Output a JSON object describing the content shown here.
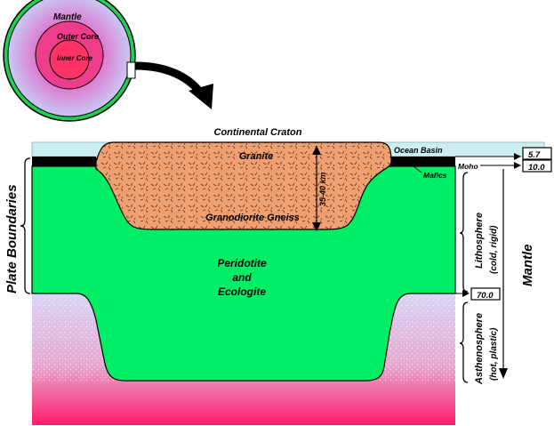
{
  "earth_inset": {
    "mantle_label": "Mantle",
    "outer_core_label": "Outer Core",
    "inner_core_label": "Inner Core"
  },
  "cross_section": {
    "title": "Continental Craton",
    "granite_label": "Granite",
    "gneiss_label": "Granodiorite Gneiss",
    "thickness_label": "35-40 km",
    "ocean_basin_label": "Ocean Basin",
    "mafics_label": "Mafics",
    "moho_label": "Moho",
    "mantle_rock_line1": "Peridotite",
    "mantle_rock_line2": "and",
    "mantle_rock_line3": "Ecologite"
  },
  "side_labels": {
    "plate_boundaries": "Plate Boundaries",
    "lithosphere": "Lithosphere",
    "lithosphere_note": "(cold, rigid)",
    "asthenosphere": "Asthenosphere",
    "asthenosphere_note": "(hot, plastic)",
    "mantle": "Mantle"
  },
  "depth_markers": [
    "5.7",
    "10.0",
    "70.0"
  ],
  "colors": {
    "ocean": "#cdeef0",
    "crust": "#f0a070",
    "lithosphere": "#00ee66",
    "asthenosphere_top": "#d8d0f4",
    "asthenosphere_bottom": "#ff2070",
    "inset_ring": "#22cc55",
    "outer_core": "#ee3377",
    "inner_core": "#ff3366"
  }
}
